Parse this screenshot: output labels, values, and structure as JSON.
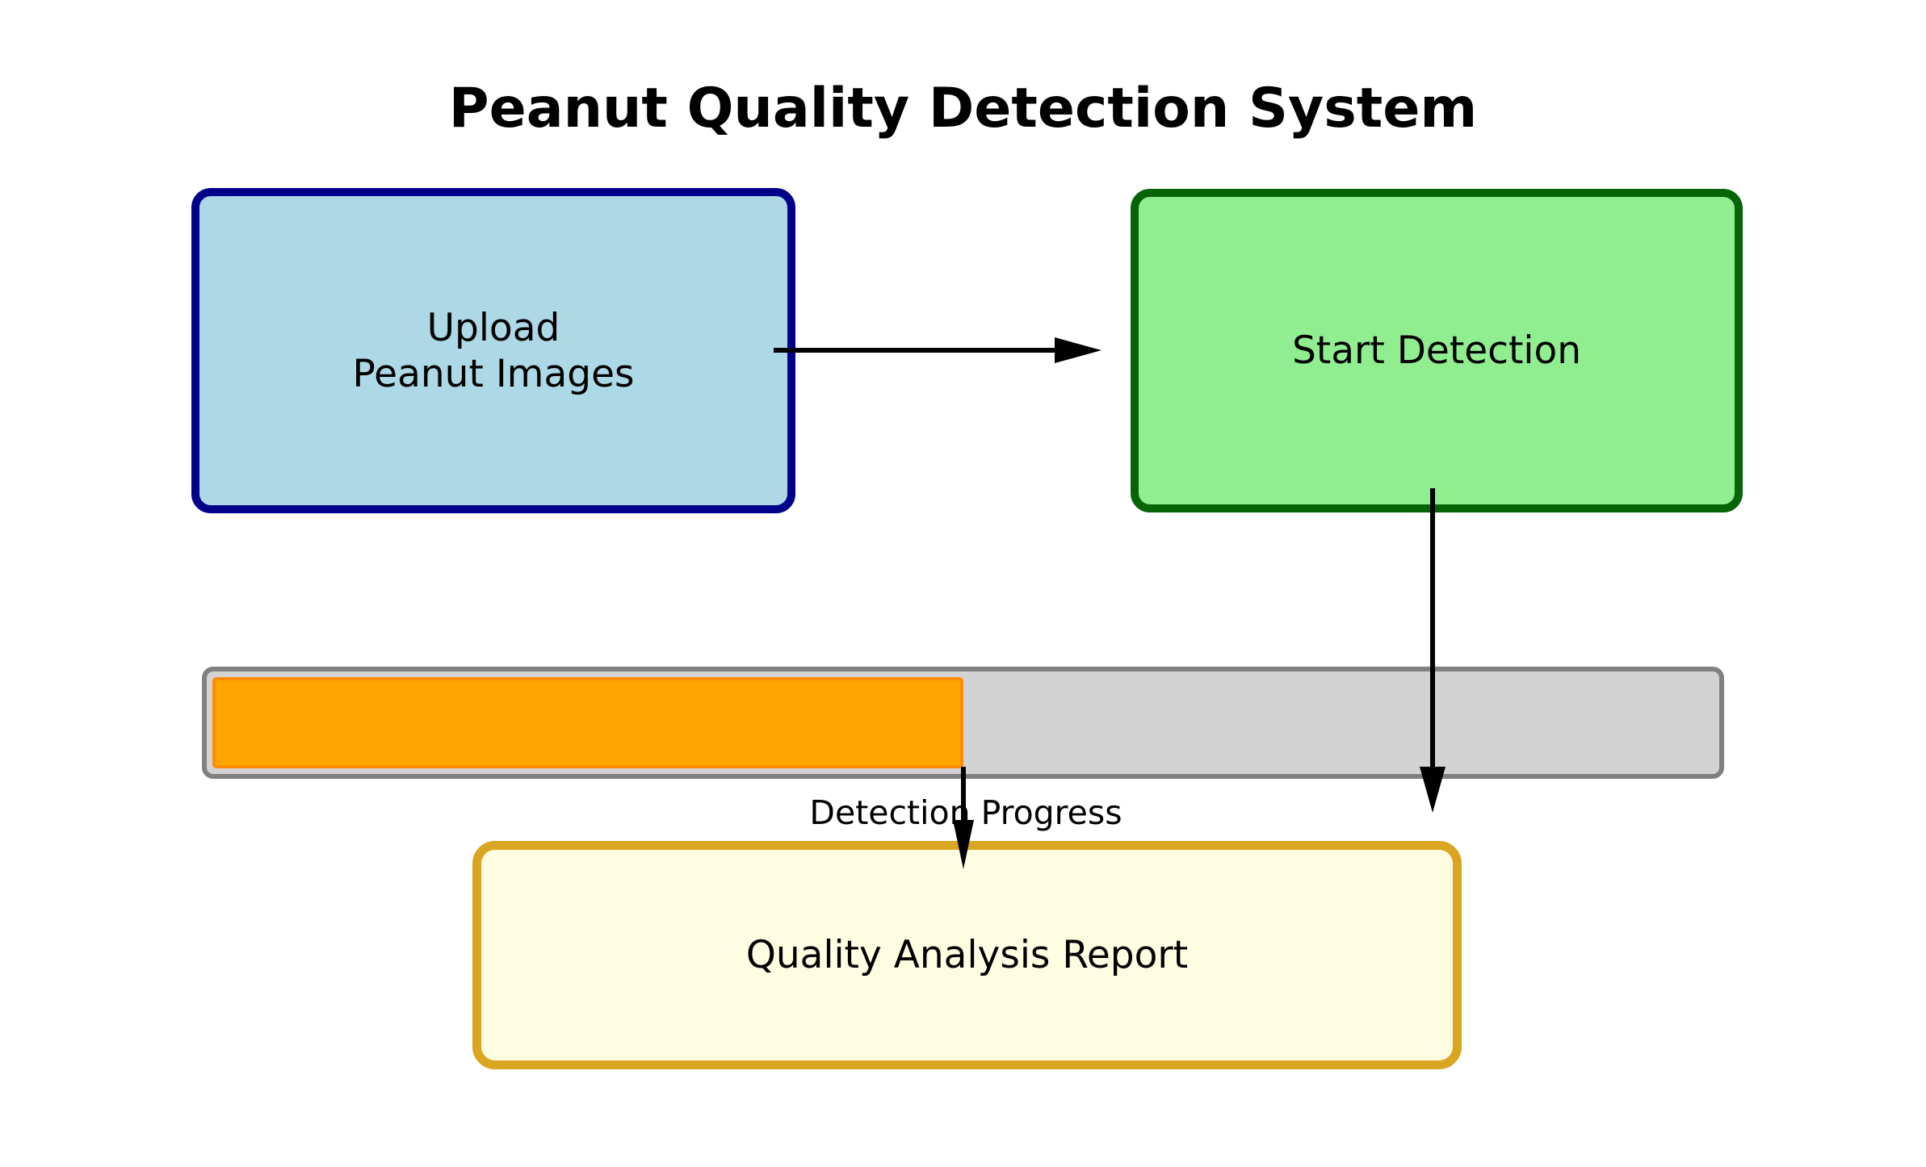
{
  "title": "Peanut Quality Detection System",
  "background_color": "#FFFFFF",
  "arrow_color": "#000000",
  "nodes": {
    "upload": {
      "label_line1": "Upload",
      "label_line2": "Peanut Images",
      "fill": "#ADD8E6",
      "border": "#00008B",
      "text_color": "#000000"
    },
    "start_detection": {
      "label": "Start Detection",
      "fill": "#90EE90",
      "border": "#066406",
      "text_color": "#000000"
    },
    "report": {
      "label": "Quality Analysis Report",
      "fill": "#FFFDE1",
      "border": "#DAA520",
      "text_color": "#000000"
    }
  },
  "progress_bar": {
    "label": "Detection Progress",
    "percent": 50,
    "track_fill": "#D3D3D3",
    "track_border": "#808080",
    "bar_fill": "#FFA500",
    "bar_border": "#FF8C00",
    "label_color": "#000000"
  }
}
